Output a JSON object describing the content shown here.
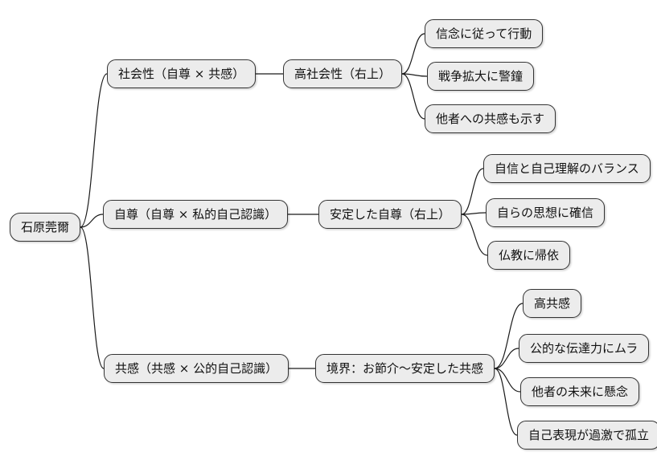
{
  "diagram_type": "mindmap",
  "colors": {
    "node_fill": "#ececec",
    "node_border": "#333333",
    "edge_color": "#1a1a1a",
    "background": "#ffffff",
    "text": "#111111"
  },
  "root": {
    "label": "石原莞爾"
  },
  "branches": [
    {
      "label": "社会性（自尊 × 共感）",
      "child": {
        "label": "高社会性（右上）",
        "leaves": [
          "信念に従って行動",
          "戦争拡大に警鐘",
          "他者への共感も示す"
        ]
      }
    },
    {
      "label": "自尊（自尊 × 私的自己認識）",
      "child": {
        "label": "安定した自尊（右上）",
        "leaves": [
          "自信と自己理解のバランス",
          "自らの思想に確信",
          "仏教に帰依"
        ]
      }
    },
    {
      "label": "共感（共感 × 公的自己認識）",
      "child": {
        "label": "境界：お節介～安定した共感",
        "leaves": [
          "高共感",
          "公的な伝達力にムラ",
          "他者の未来に懸念",
          "自己表現が過激で孤立"
        ]
      }
    }
  ]
}
